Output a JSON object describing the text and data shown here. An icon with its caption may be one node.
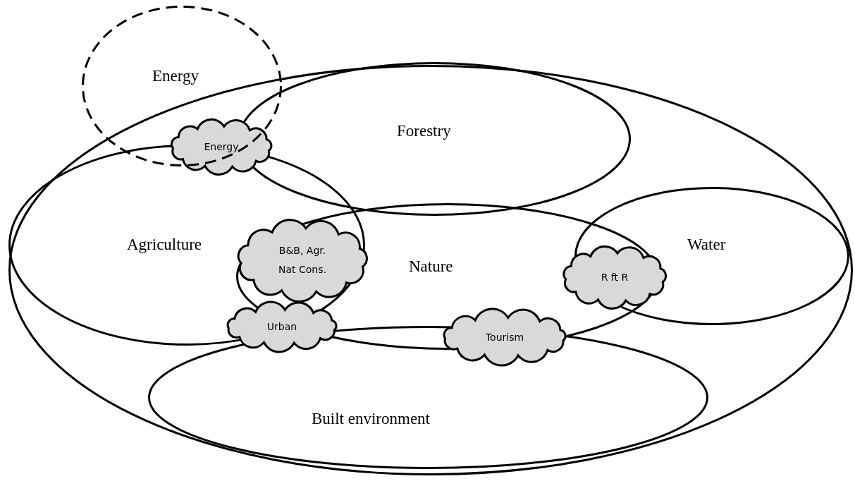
{
  "diagram": {
    "nodes": [
      {
        "text": [],
        "shape": "ellipse"
      },
      {
        "text": [
          "Energy"
        ]
      },
      {
        "text": [
          "Forestry"
        ],
        "in": 0
      },
      {
        "text": [
          "Agriculture"
        ],
        "in": 0
      },
      {
        "text": [
          "Nature"
        ],
        "in": 0
      },
      {
        "text": [
          "Water"
        ],
        "in": 0
      },
      {
        "text": [
          "Built environment"
        ],
        "in": 0
      },
      {
        "text": [
          "Energy"
        ],
        "in": 0
      },
      {
        "text": [
          "B&B, Agr. Nat Cons."
        ]
      },
      {
        "text": [
          "R ft R"
        ],
        "in": 0
      },
      {
        "text": [
          "Urban"
        ],
        "in": 0
      },
      {
        "text": [
          "Tourism"
        ],
        "in": 0
      }
    ]
  }
}
